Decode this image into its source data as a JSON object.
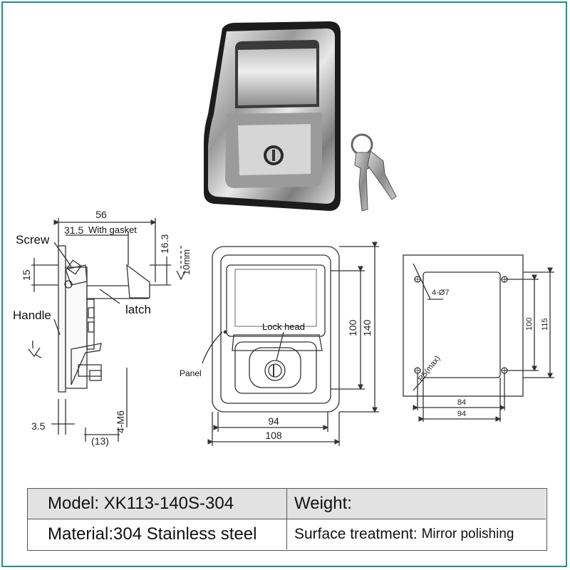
{
  "labels": {
    "screw": "Screw",
    "handle": "Handle",
    "latch": "latch",
    "with_gasket": "With gasket",
    "lock_head": "Lock head",
    "panel": "Panel",
    "hole_spec": "4-Ø7",
    "radius_spec": "R5(max)",
    "thread_spec": "4-M6",
    "travel": "10mm"
  },
  "dimensions": {
    "side_width": "56",
    "side_gasket": "31.5",
    "side_latch_height": "16.3",
    "side_screw_offset": "15",
    "side_flange": "3.5",
    "side_depth": "(13)",
    "front_width_inner": "94",
    "front_width_outer": "108",
    "front_height_inner": "100",
    "front_height_outer": "140",
    "cutout_hole_width": "84",
    "cutout_width": "94",
    "cutout_hole_height": "100",
    "cutout_height": "115"
  },
  "spec_table": {
    "model_label": "Model:",
    "model_value": "XK113-140S-304",
    "weight_label": "Weight:",
    "weight_value": "",
    "material_label": "Material:",
    "material_value": "304 Stainless steel",
    "surface_label": "Surface treatment:",
    "surface_value": "Mirror polishing"
  },
  "colors": {
    "frame": "#2b8a8a",
    "table_header_bg": "#e2e2e2",
    "line": "#333333"
  }
}
